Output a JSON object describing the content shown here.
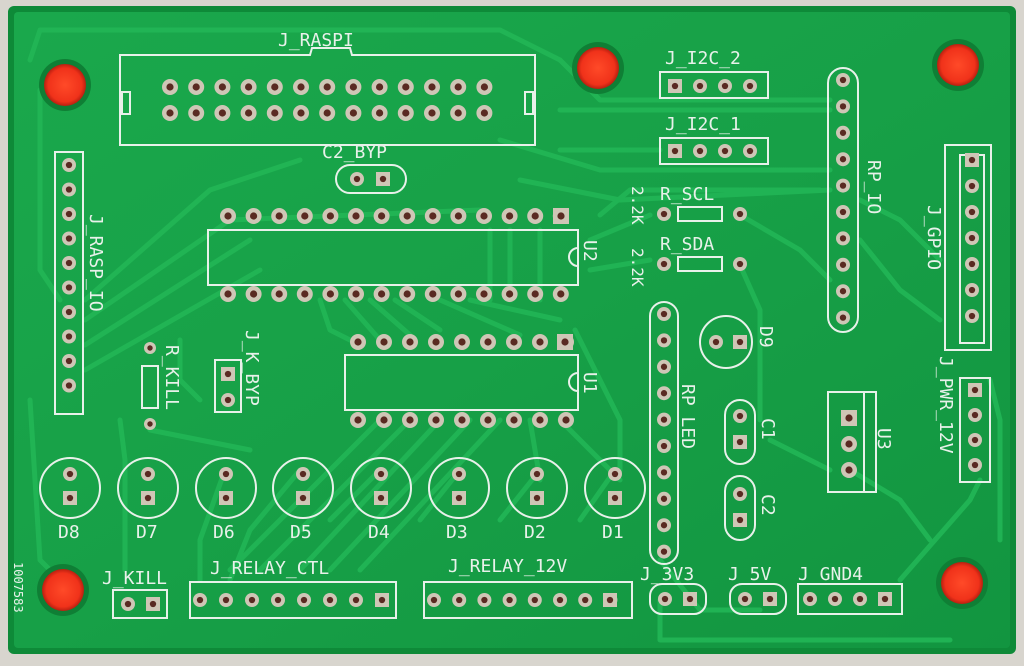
{
  "board": {
    "solder_mask_color": "#17a047",
    "silk_color": "#e8f1ea",
    "copper_color": "#cfc6b6",
    "mount_hole_color": "#ff3a1e"
  },
  "labels": {
    "j_raspi": "J_RASPI",
    "j_i2c_2": "J_I2C_2",
    "j_i2c_1": "J_I2C_1",
    "c2_byp": "C2_BYP",
    "r_scl": "R_SCL",
    "r_sda": "R_SDA",
    "val_2k2_a": "2.2K",
    "val_2k2_b": "2.2K",
    "rp_io": "RP_IO",
    "j_gpio": "J_GPIO",
    "j_rasp_io": "J_RASP_IO",
    "u2": "U2",
    "u1": "U1",
    "r_kill": "R_KILL",
    "j_k_byp": "J_K_BYP",
    "d9": "D9",
    "rp_led": "RP_LED",
    "c1": "C1",
    "c2": "C2",
    "u3": "U3",
    "j_pwr_12v": "J_PWR_12V",
    "d8": "D8",
    "d7": "D7",
    "d6": "D6",
    "d5": "D5",
    "d4": "D4",
    "d3": "D3",
    "d2": "D2",
    "d1": "D1",
    "j_kill": "J_KILL",
    "j_relay_ctl": "J_RELAY_CTL",
    "j_relay_12v": "J_RELAY_12V",
    "j_3v3": "J_3V3",
    "j_5v": "J_5V",
    "j_gnd4": "J_GND4",
    "board_id": "1007583"
  }
}
